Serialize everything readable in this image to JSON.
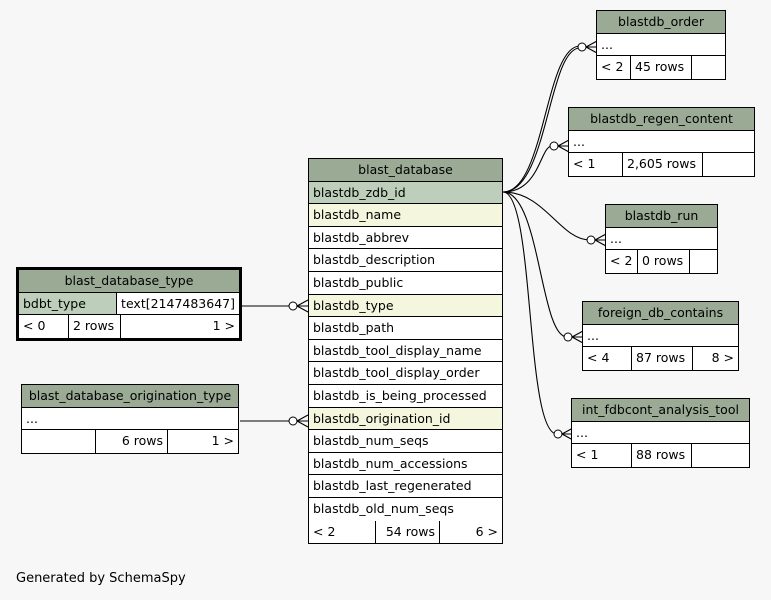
{
  "central": {
    "name": "blast_database",
    "columns": [
      {
        "name": "blastdb_zdb_id",
        "kind": "pk"
      },
      {
        "name": "blastdb_name",
        "kind": "fk"
      },
      {
        "name": "blastdb_abbrev",
        "kind": ""
      },
      {
        "name": "blastdb_description",
        "kind": ""
      },
      {
        "name": "blastdb_public",
        "kind": ""
      },
      {
        "name": "blastdb_type",
        "kind": "fk"
      },
      {
        "name": "blastdb_path",
        "kind": ""
      },
      {
        "name": "blastdb_tool_display_name",
        "kind": ""
      },
      {
        "name": "blastdb_tool_display_order",
        "kind": ""
      },
      {
        "name": "blastdb_is_being_processed",
        "kind": ""
      },
      {
        "name": "blastdb_origination_id",
        "kind": "fk"
      },
      {
        "name": "blastdb_num_seqs",
        "kind": ""
      },
      {
        "name": "blastdb_num_accessions",
        "kind": ""
      },
      {
        "name": "blastdb_last_regenerated",
        "kind": ""
      },
      {
        "name": "blastdb_old_num_seqs",
        "kind": ""
      }
    ],
    "footer": [
      "< 2",
      "54 rows",
      "6 >"
    ]
  },
  "type_table": {
    "name": "blast_database_type",
    "col_name": "bdbt_type",
    "col_type": "text[2147483647]",
    "footer": [
      "< 0",
      "2 rows",
      "1 >"
    ]
  },
  "origination_table": {
    "name": "blast_database_origination_type",
    "dots": "...",
    "footer": [
      "",
      "6 rows",
      "1 >"
    ]
  },
  "children": [
    {
      "name": "blastdb_order",
      "dots": "...",
      "footer": [
        "< 2",
        "45 rows",
        ""
      ]
    },
    {
      "name": "blastdb_regen_content",
      "dots": "...",
      "footer": [
        "< 1",
        "2,605 rows",
        ""
      ]
    },
    {
      "name": "blastdb_run",
      "dots": "...",
      "footer": [
        "< 2",
        "0 rows",
        ""
      ]
    },
    {
      "name": "foreign_db_contains",
      "dots": "...",
      "footer": [
        "< 4",
        "87 rows",
        "8 >"
      ]
    },
    {
      "name": "int_fdbcont_analysis_tool",
      "dots": "...",
      "footer": [
        "< 1",
        "88 rows",
        ""
      ]
    }
  ],
  "generated_by": "Generated by SchemaSpy"
}
